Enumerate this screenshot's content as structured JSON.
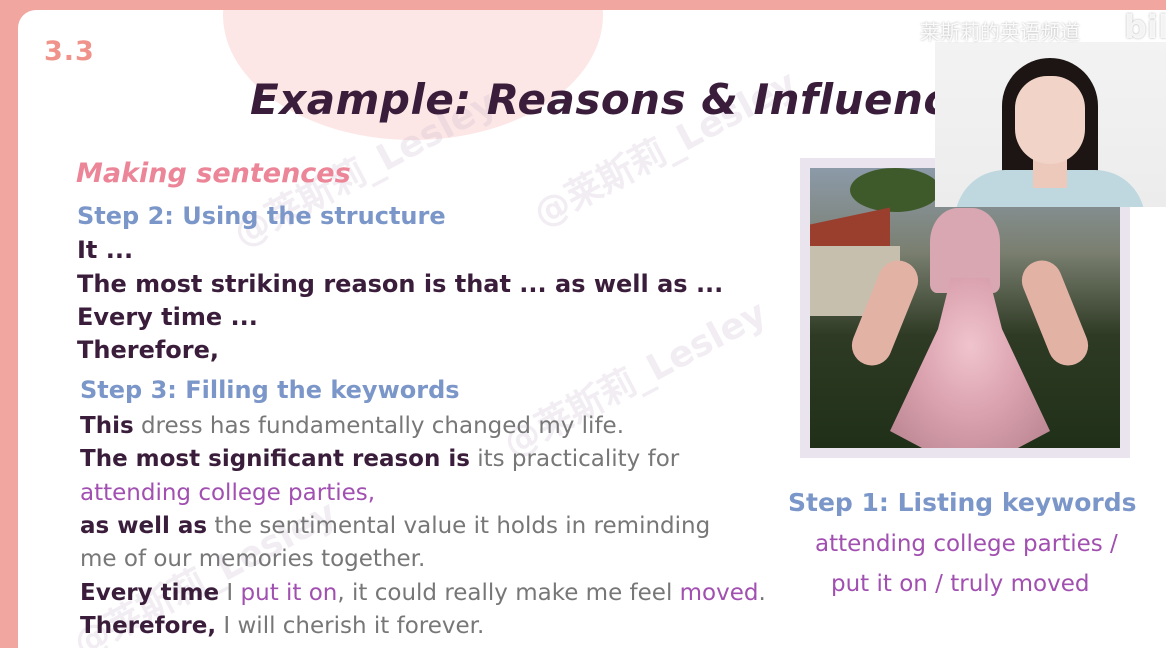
{
  "slide": {
    "number": "3.3",
    "title": "Example: Reasons & Influence"
  },
  "watermark": "@莱斯莉_Lesley",
  "channel": {
    "name": "莱斯莉的英语频道",
    "logo": "bili"
  },
  "left": {
    "making": "Making sentences",
    "step2": "Step 2: Using the structure",
    "structure": [
      "It ...",
      "The most striking reason is that ... as well as ...",
      "Every time ...",
      "Therefore,"
    ],
    "step3": "Step 3: Filling the keywords",
    "sentences": {
      "s1_bold": "This",
      "s1_rest": " dress has fundamentally changed my life.",
      "s2_bold": "The most significant reason is",
      "s2_rest": " its practicality for",
      "s2_line2": "attending college parties,",
      "s3_bold": "as well as",
      "s3_rest": " the sentimental value it holds in reminding",
      "s3_line2": "me of our memories together.",
      "s4_bold": "Every time",
      "s4_pipe": " I",
      "s4_kw1": " put it on",
      "s4_mid": ", it could really make me feel",
      "s4_kw2": " moved",
      "s4_end": ".",
      "s5_bold": "Therefore,",
      "s5_rest": " I will cherish it forever."
    }
  },
  "right": {
    "photo_alt": "woman wearing a pink sequined dress",
    "step1": "Step 1: Listing keywords",
    "keywords_line1": "attending college parties /",
    "keywords_line2": "put it on / truly moved"
  },
  "colors": {
    "title": "#3a1d3a",
    "step": "#7b96c8",
    "pink": "#eb8597",
    "keyword": "#a14fb0",
    "background": "#f2a6a0"
  }
}
